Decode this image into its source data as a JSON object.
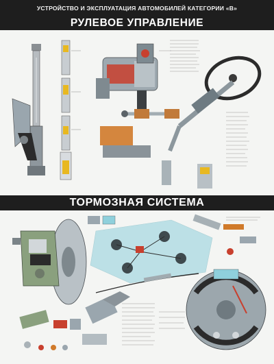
{
  "header": {
    "series_title": "УСТРОЙСТВО И ЭКСПЛУАТАЦИЯ АВТОМОБИЛЕЙ КАТЕГОРИИ «В»"
  },
  "sections": {
    "steering": {
      "title": "РУЛЕВОЕ УПРАВЛЕНИЕ"
    },
    "brakes": {
      "title": "ТОРМОЗНАЯ СИСТЕМА"
    }
  },
  "colors": {
    "banner": "#1e1e1e",
    "background": "#f4f5f3",
    "metal": "#9aa6ae",
    "accent_red": "#c8402e",
    "accent_yellow": "#e8b820",
    "accent_orange": "#d07a2a",
    "fluid_blue": "#8fd0dc",
    "dark_rubber": "#2b2b2b"
  }
}
